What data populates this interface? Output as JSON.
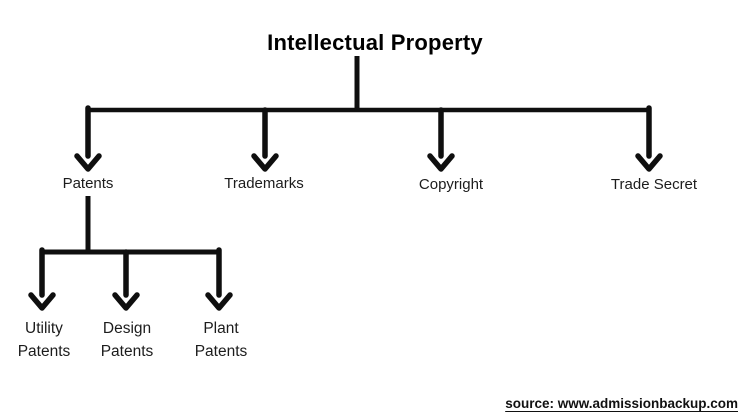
{
  "diagram": {
    "title": "Intellectual Property",
    "level1": [
      {
        "label": "Patents"
      },
      {
        "label": "Trademarks"
      },
      {
        "label": "Copyright"
      },
      {
        "label": "Trade Secret"
      }
    ],
    "patents_children": [
      {
        "label": "Utility Patents"
      },
      {
        "label": "Design Patents"
      },
      {
        "label": "Plant Patents"
      }
    ]
  },
  "footer": {
    "source": "source: www.admissionbackup.com"
  },
  "colors": {
    "line": "#0f0f0f",
    "text": "#1c1c1c",
    "background": "#ffffff"
  }
}
